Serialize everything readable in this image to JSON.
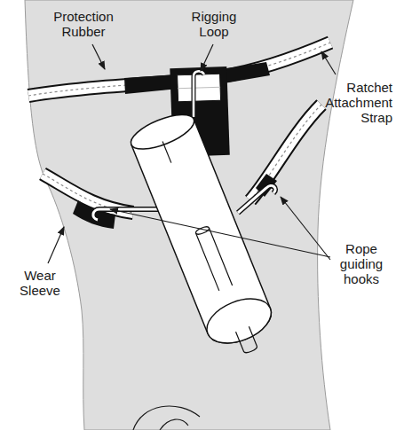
{
  "diagram": {
    "labels": [
      "Protection Rubber",
      "Rigging Loop",
      "Ratchet Attachment Strap",
      "Rope guiding hooks",
      "Wear Sleeve"
    ]
  }
}
